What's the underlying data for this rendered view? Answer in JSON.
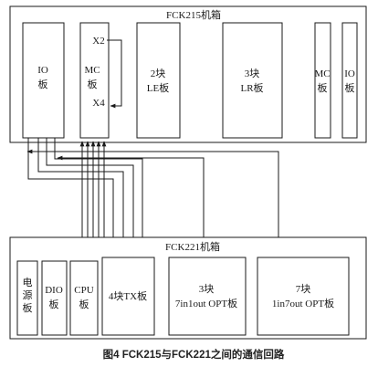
{
  "chassis_top": {
    "title": "FCK215机箱",
    "io_board": {
      "name": "IO",
      "unit": "板"
    },
    "mc_board": {
      "name": "MC",
      "unit": "板",
      "port_x2": "X2",
      "port_x4": "X4"
    },
    "le_board": {
      "name": "2块",
      "unit": "LE板"
    },
    "lr_board": {
      "name": "3块",
      "unit": "LR板"
    },
    "mc_small": {
      "name": "MC",
      "unit": "板"
    },
    "io_small": {
      "name": "IO",
      "unit": "板"
    }
  },
  "chassis_bottom": {
    "title": "FCK221机箱",
    "power_board": {
      "c1": "电",
      "c2": "源",
      "c3": "板"
    },
    "dio_board": {
      "name": "DIO",
      "unit": "板"
    },
    "cpu_board": {
      "name": "CPU",
      "unit": "板"
    },
    "tx_board": {
      "name": "4块TX板"
    },
    "opt_in_board": {
      "name": "3块",
      "unit": "7in1out OPT板"
    },
    "opt_out_board": {
      "name": "7块",
      "unit": "1in7out OPT板"
    }
  },
  "caption": "图4   FCK215与FCK221之间的通信回路"
}
